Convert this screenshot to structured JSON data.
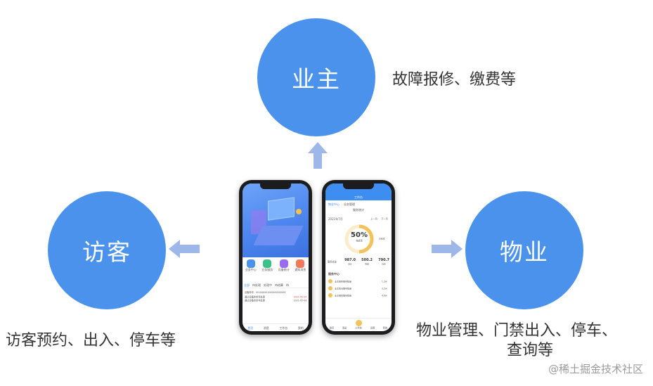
{
  "nodes": {
    "owner": {
      "label": "业主",
      "caption": "故障报修、缴费等"
    },
    "visitor": {
      "label": "访客",
      "caption": "访客预约、出入、停车等"
    },
    "property": {
      "label": "物业",
      "caption_line1": "物业管理、门禁出入、停车、",
      "caption_line2": "查询等"
    }
  },
  "watermark": "@稀土掘金技术社区",
  "phone_left": {
    "menu_items": [
      "业务中心",
      "业务服务",
      "设备统计",
      "通知消息"
    ],
    "tabs": [
      "全部",
      "待处理",
      "处理中",
      "待结算",
      "待"
    ],
    "list_title": "设备单号：001000001000000000001",
    "list_rows": [
      {
        "text": "通过设备的单号处理",
        "time": "2021-05-04"
      },
      {
        "text": "通过设备的单号处理",
        "time": "2021-05-04"
      }
    ],
    "nav": [
      "首页",
      "消息",
      "工作台",
      "我的"
    ]
  },
  "phone_right": {
    "header": "工作台",
    "tabs": [
      "物业中心",
      "业务管理"
    ],
    "section_title": "服务统计",
    "month": "2021年7月",
    "nav_prev": "上一月",
    "nav_next": "下一月",
    "gauge_value": "50%",
    "gauge_label": "完成率",
    "gauge_fraction": 0.5,
    "legend": "已完成",
    "stats_label": "服务总量",
    "stats": [
      "987.0",
      "500.2",
      "790.7"
    ],
    "stats_sub": [
      "总计",
      "完成",
      "待办"
    ],
    "list_title": "服务中心",
    "list_rows": [
      {
        "text": "业主报修服务数量",
        "value": "1.2w"
      },
      {
        "text": "业主投诉服务数量",
        "value": "3.2w"
      },
      {
        "text": "业主缴费服务数量",
        "value": "4.6w"
      }
    ],
    "nav": [
      "首页",
      "消息",
      "工作台",
      "设置",
      "我的"
    ]
  },
  "colors": {
    "circle": "#4a92ec",
    "arrow": "#9db8e8",
    "phone_blue": "#3d8ef0",
    "gauge": "#f2c25b"
  }
}
